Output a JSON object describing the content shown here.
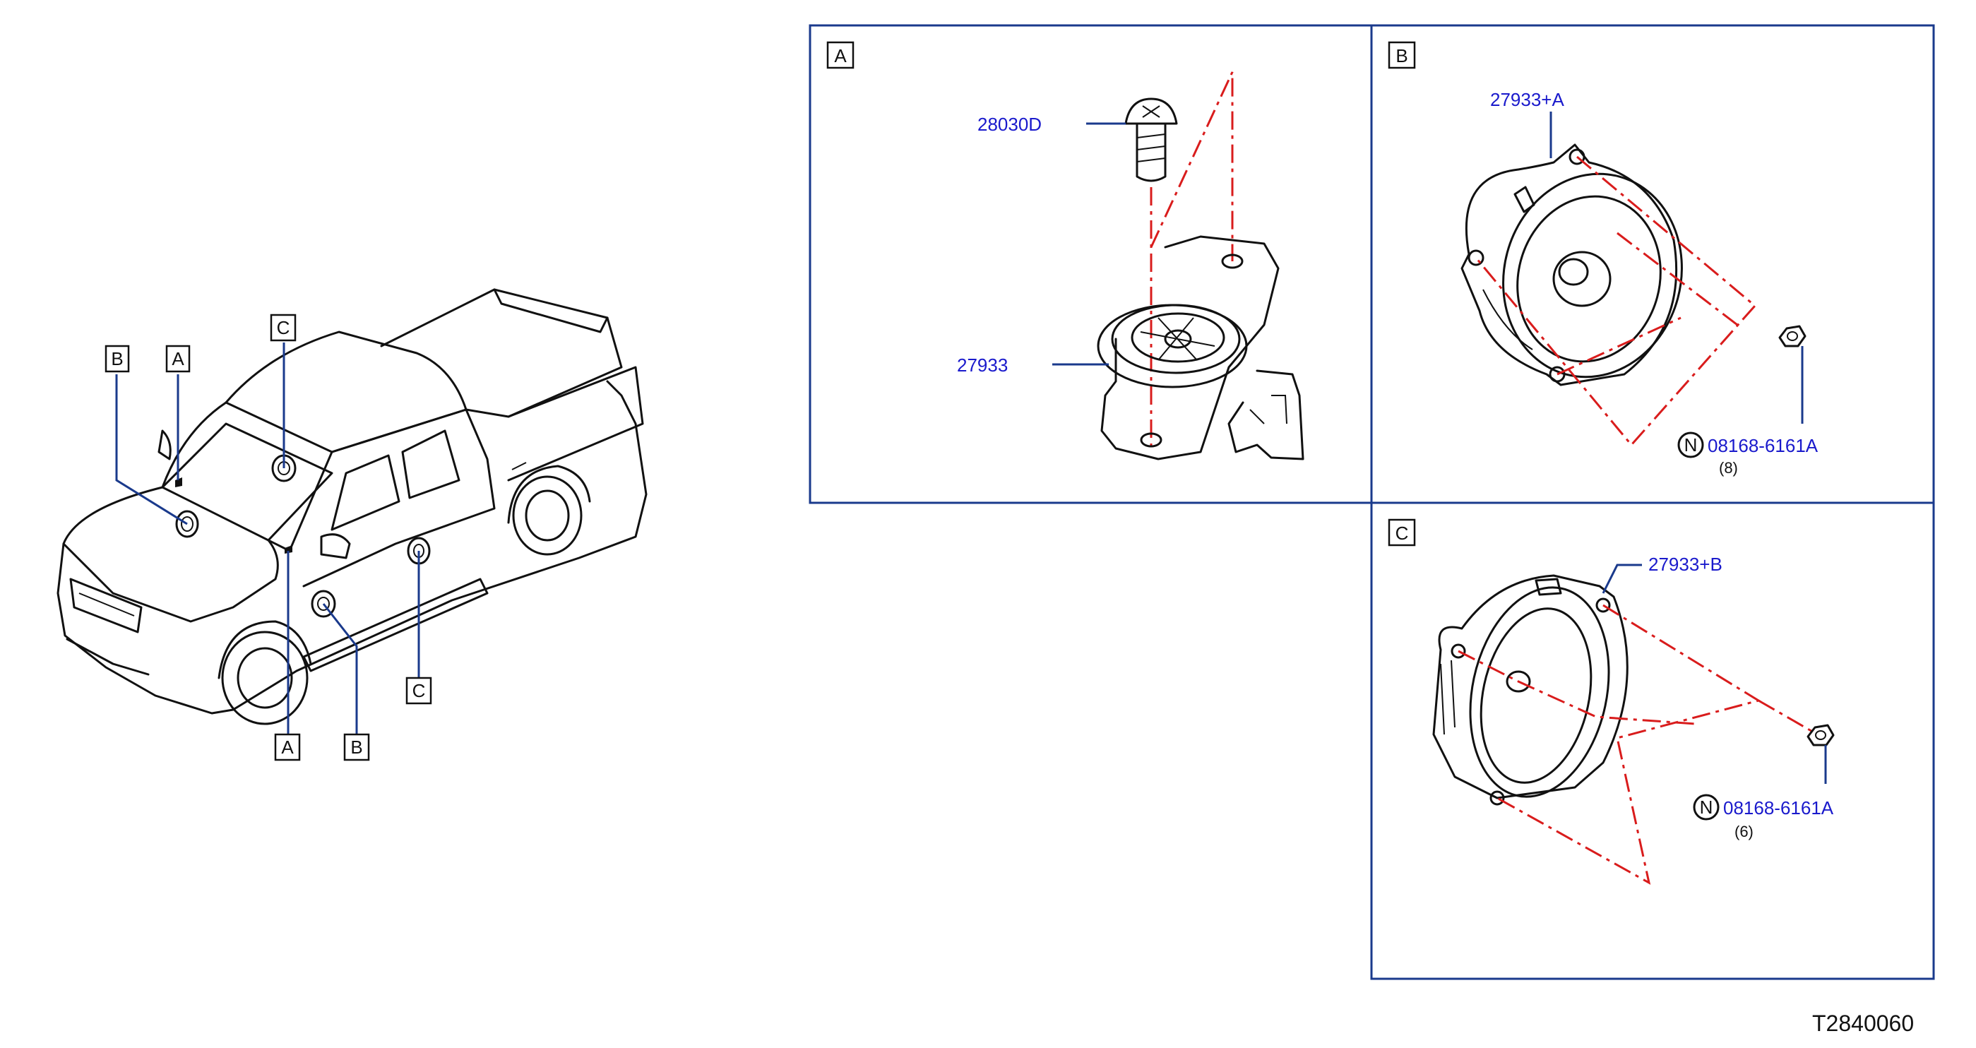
{
  "diagram": {
    "vehicle_callouts": {
      "top_b": "B",
      "top_a": "A",
      "top_c": "C",
      "bottom_a": "A",
      "bottom_b": "B",
      "bottom_c": "C"
    },
    "panel_a": {
      "label": "A",
      "screw_part": "28030D",
      "speaker_part": "27933"
    },
    "panel_b": {
      "label": "B",
      "speaker_part": "27933+A",
      "nut_symbol": "N",
      "nut_part": "08168-6161A",
      "nut_qty": "(8)"
    },
    "panel_c": {
      "label": "C",
      "speaker_part": "27933+B",
      "nut_symbol": "N",
      "nut_part": "08168-6161A",
      "nut_qty": "(6)"
    },
    "drawing_code": "T2840060"
  },
  "colors": {
    "frame": "#1a3a8c",
    "part_number": "#1a1acc",
    "dash_line": "#d91c1c",
    "outline": "#111111"
  }
}
